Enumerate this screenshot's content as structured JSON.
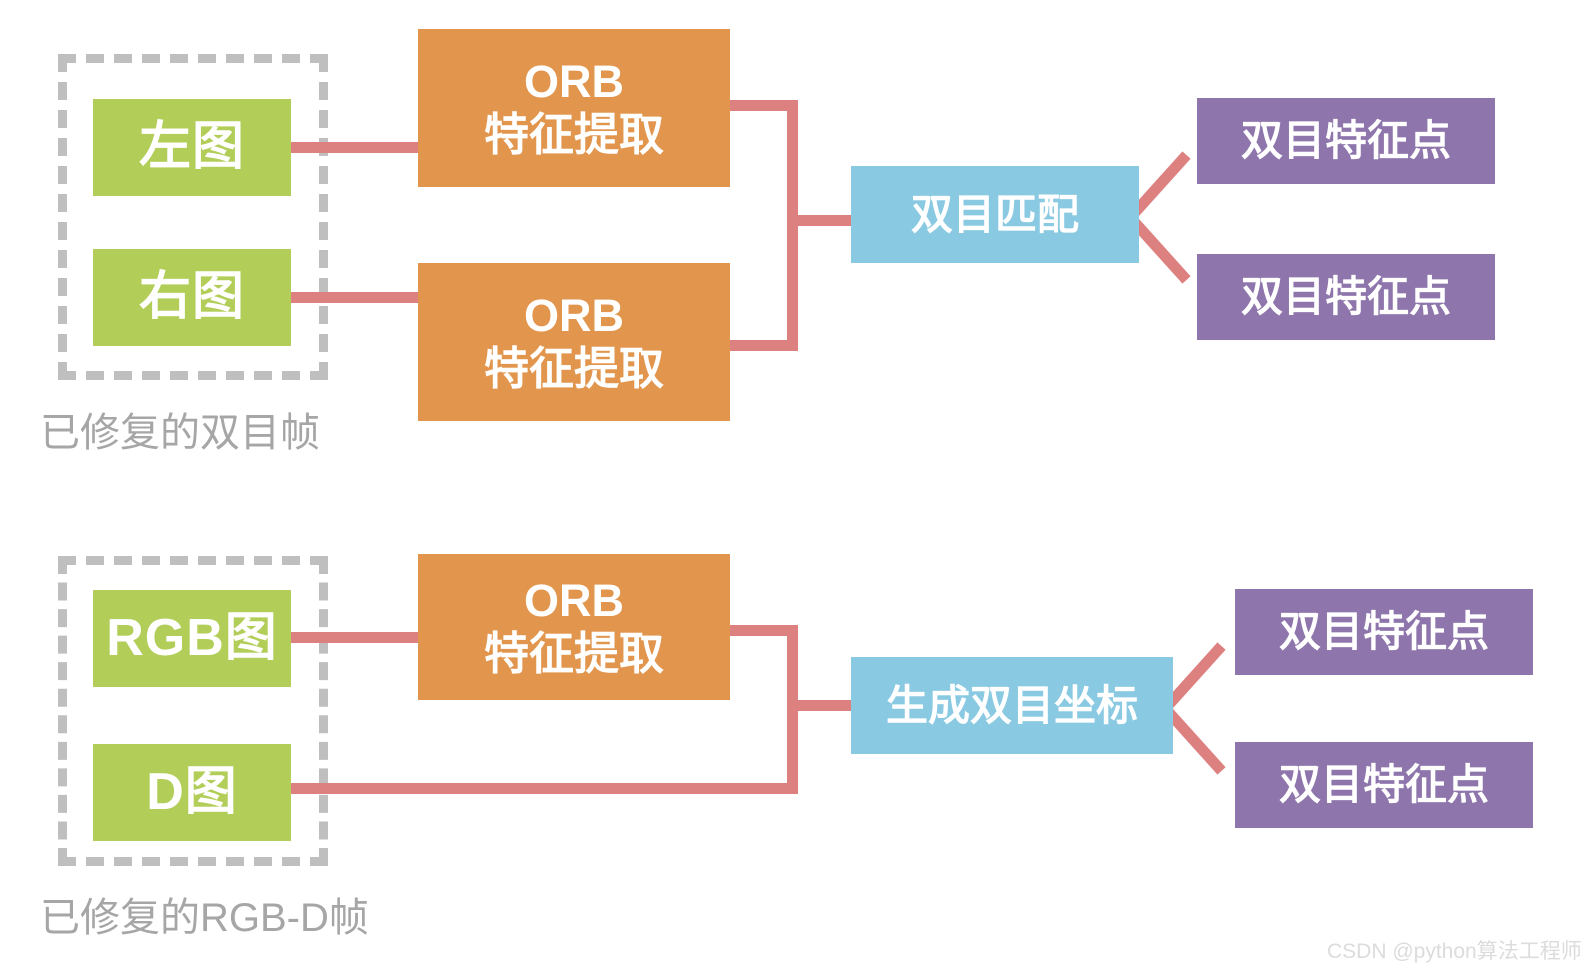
{
  "diagram": {
    "title": "ORB feature extraction pipeline for stereo and RGB-D frames",
    "colors": {
      "green": "#b2ce59",
      "orange": "#e2954c",
      "blue": "#89c9e2",
      "purple": "#8e75ab",
      "connector": "#dd8180",
      "dashed_frame": "#bfbfbf",
      "label_text": "#a6a6a6",
      "node_text": "#ffffff",
      "background": "#ffffff",
      "watermark": "#dcdcdc"
    },
    "sections": [
      {
        "id": "stereo",
        "group_label": "已修复的双目帧",
        "inputs": [
          {
            "label": "左图"
          },
          {
            "label": "右图"
          }
        ],
        "processors": [
          {
            "label": "ORB\n特征提取"
          },
          {
            "label": "ORB\n特征提取"
          }
        ],
        "merge": {
          "label": "双目匹配"
        },
        "outputs": [
          {
            "label": "双目特征点"
          },
          {
            "label": "双目特征点"
          }
        ]
      },
      {
        "id": "rgbd",
        "group_label": "已修复的RGB-D帧",
        "inputs": [
          {
            "label": "RGB图"
          },
          {
            "label": "D图"
          }
        ],
        "processors": [
          {
            "label": "ORB\n特征提取"
          }
        ],
        "merge": {
          "label": "生成双目坐标"
        },
        "outputs": [
          {
            "label": "双目特征点"
          },
          {
            "label": "双目特征点"
          }
        ]
      }
    ]
  },
  "watermark": {
    "text": "CSDN @python算法工程师"
  }
}
